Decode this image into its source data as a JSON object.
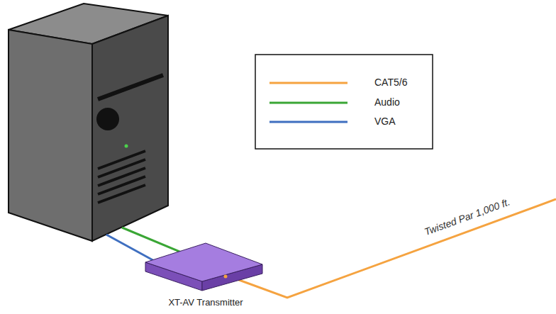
{
  "diagram": {
    "nodes": [
      {
        "text": [
          "XT-AV Transmitter"
        ]
      }
    ],
    "labels": [
      "Twisted Par 1,000 ft."
    ],
    "legend": [
      {
        "text": "CAT5/6"
      },
      {
        "text": "Audio"
      },
      {
        "text": "VGA"
      }
    ]
  }
}
